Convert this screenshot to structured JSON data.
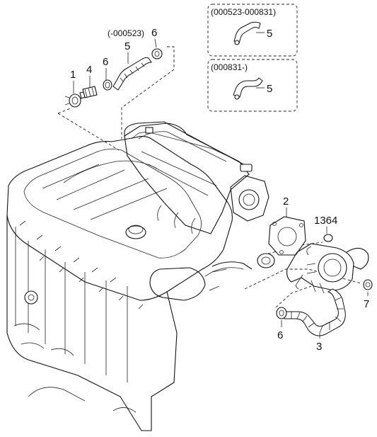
{
  "insets": [
    {
      "range_label": "(000523-000831)",
      "part_label": "5"
    },
    {
      "range_label": "(000831-)",
      "part_label": "5"
    }
  ],
  "callouts": {
    "main_hose_range": "(-000523)",
    "part_1": "1",
    "part_4": "4",
    "part_6_upper_left": "6",
    "part_5_main": "5",
    "part_6_upper_right": "6",
    "part_2": "2",
    "part_1364": "1364",
    "part_7": "7",
    "part_6_lower": "6",
    "part_3": "3"
  }
}
